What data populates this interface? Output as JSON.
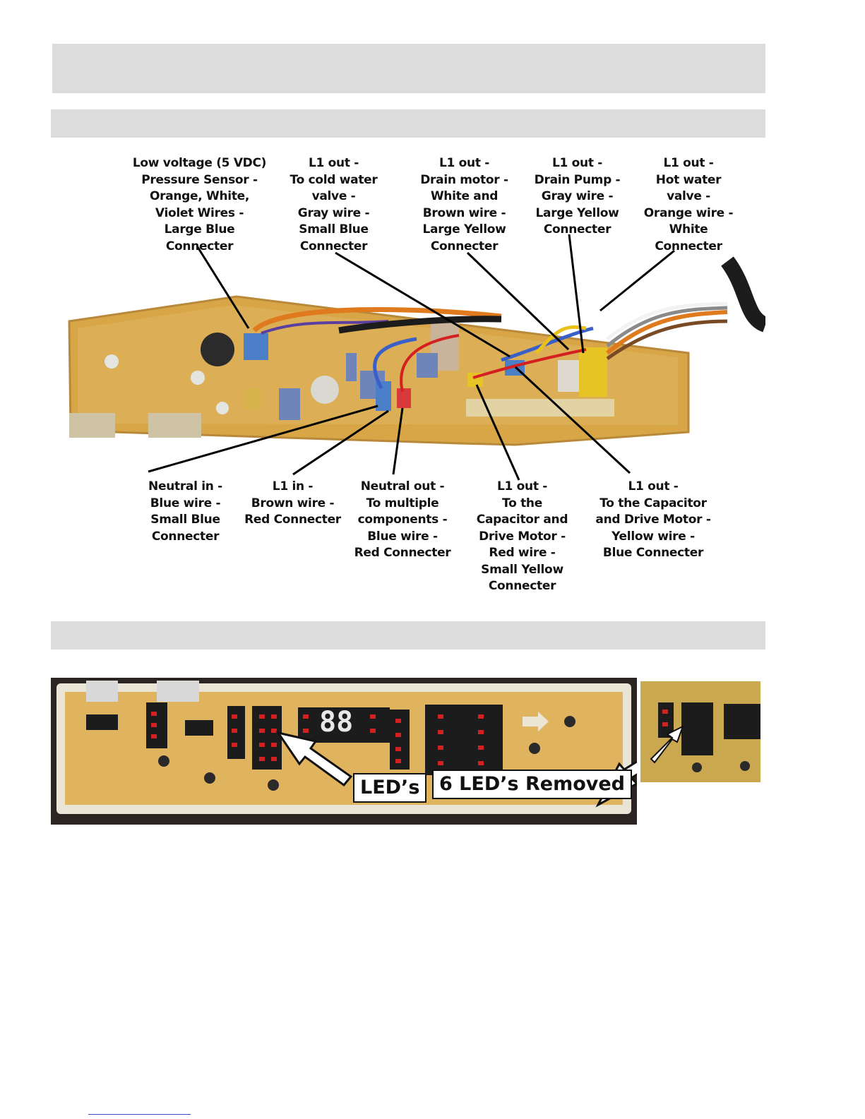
{
  "top_labels": [
    {
      "text": "Low voltage (5 VDC)\nPressure Sensor -\nOrange, White,\nViolet Wires -\nLarge Blue\nConnecter"
    },
    {
      "text": "L1 out -\nTo cold water\nvalve -\nGray wire -\nSmall Blue\nConnecter"
    },
    {
      "text": "L1 out -\nDrain motor -\nWhite and\nBrown wire -\nLarge Yellow\nConnecter"
    },
    {
      "text": "L1 out -\nDrain Pump -\nGray wire -\nLarge Yellow\nConnecter"
    },
    {
      "text": "L1 out -\nHot water\nvalve -\nOrange wire -\nWhite\nConnecter"
    }
  ],
  "bottom_labels": [
    {
      "text": "Neutral in -\nBlue wire -\nSmall Blue\nConnecter"
    },
    {
      "text": "L1 in -\nBrown wire -\nRed Connecter"
    },
    {
      "text": "Neutral out -\nTo multiple\ncomponents -\nBlue wire -\nRed Connecter"
    },
    {
      "text": "L1 out -\nTo the\nCapacitor and\nDrive Motor -\nRed wire -\nSmall Yellow\nConnecter"
    },
    {
      "text": "L1 out -\nTo the Capacitor\nand Drive Motor -\nYellow wire -\nBlue Connecter"
    }
  ],
  "led_photo": {
    "callout_leds": "LED’s",
    "callout_removed": "6 LED’s Removed",
    "display_digits": "88"
  },
  "colors": {
    "header_bar": "#dcdcdc",
    "board": "#d8a647",
    "wire_blue": "#3a5fc8",
    "wire_orange": "#e07a1f",
    "wire_red": "#d42020",
    "wire_yellow": "#e8c21a",
    "link": "#3a49c8"
  }
}
